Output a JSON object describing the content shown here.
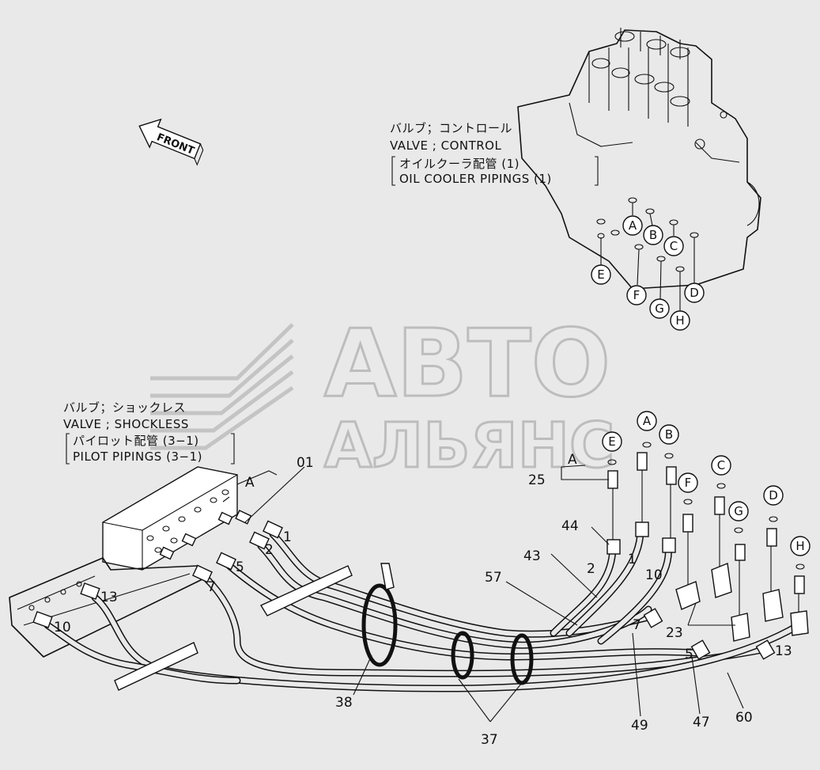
{
  "control_valve": {
    "label_jp": "バルブ；コントロール",
    "label_en": "VALVE ; CONTROL",
    "ref_jp": "オイルクーラ配管 (1)",
    "ref_en": "OIL COOLER PIPINGS (1)"
  },
  "shockless_valve": {
    "label_jp": "バルブ；ショックレス",
    "label_en": "VALVE ; SHOCKLESS",
    "ref_jp": "パイロット配管 (3−1)",
    "ref_en": "PILOT PIPINGS (3−1)"
  },
  "front_label": "FRONT",
  "watermark": {
    "line1": "АВТО",
    "line2": "АЛЬЯНС"
  },
  "port_letters": [
    "A",
    "B",
    "C",
    "D",
    "E",
    "F",
    "G",
    "H"
  ],
  "callouts": {
    "c01": "01",
    "cA_left": "A",
    "cA_right": "A",
    "c25": "25",
    "c44": "44",
    "c43": "43",
    "c57": "57",
    "c38": "38",
    "c37": "37",
    "c49": "49",
    "c47": "47",
    "c60": "60",
    "c23": "23"
  },
  "hose_numbers": {
    "h1_left": "1",
    "h2_left": "2",
    "h5": "5",
    "h7_left": "7",
    "h13_left": "13",
    "h10_left": "10",
    "h2_right": "2",
    "h1_right": "1",
    "h10_right": "10",
    "h7_right": "7",
    "h5_right": "5",
    "h13_right": "13"
  }
}
